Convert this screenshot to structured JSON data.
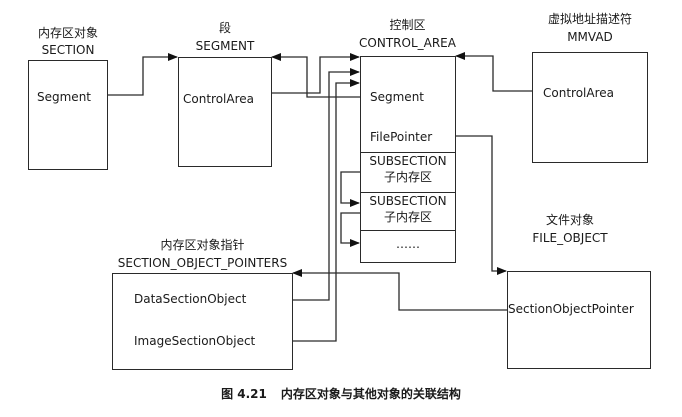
{
  "diagram": {
    "caption": {
      "figure": "图 4.21",
      "text": "内存区对象与其他对象的关联结构"
    },
    "nodes": {
      "section": {
        "title_cn": "内存区对象",
        "title_en": "SECTION",
        "fields": [
          "Segment"
        ]
      },
      "segment": {
        "title_cn": "段",
        "title_en": "SEGMENT",
        "fields": [
          "ControlArea"
        ]
      },
      "control_area": {
        "title_cn": "控制区",
        "title_en": "CONTROL_AREA",
        "fields": [
          "Segment",
          "FilePointer"
        ],
        "subsections": [
          {
            "line1": "SUBSECTION",
            "line2": "子内存区"
          },
          {
            "line1": "SUBSECTION",
            "line2": "子内存区"
          },
          {
            "line1": "……",
            "line2": ""
          }
        ]
      },
      "mmvad": {
        "title_cn": "虚拟地址描述符",
        "title_en": "MMVAD",
        "fields": [
          "ControlArea"
        ]
      },
      "section_object_pointers": {
        "title_cn": "内存区对象指针",
        "title_en": "SECTION_OBJECT_POINTERS",
        "fields": [
          "DataSectionObject",
          "ImageSectionObject"
        ]
      },
      "file_object": {
        "title_cn": "文件对象",
        "title_en": "FILE_OBJECT",
        "fields": [
          "SectionObjectPointer"
        ]
      }
    },
    "edges": [
      {
        "from": "section.Segment",
        "to": "segment"
      },
      {
        "from": "segment.ControlArea",
        "to": "control_area"
      },
      {
        "from": "control_area.Segment",
        "to": "segment"
      },
      {
        "from": "mmvad.ControlArea",
        "to": "control_area"
      },
      {
        "from": "control_area.FilePointer",
        "to": "file_object"
      },
      {
        "from": "file_object.SectionObjectPointer",
        "to": "section_object_pointers"
      },
      {
        "from": "section_object_pointers.DataSectionObject",
        "to": "control_area"
      },
      {
        "from": "section_object_pointers.ImageSectionObject",
        "to": "control_area"
      },
      {
        "from": "subsection.0",
        "to": "subsection.1"
      },
      {
        "from": "subsection.1",
        "to": "subsection.2"
      }
    ]
  }
}
